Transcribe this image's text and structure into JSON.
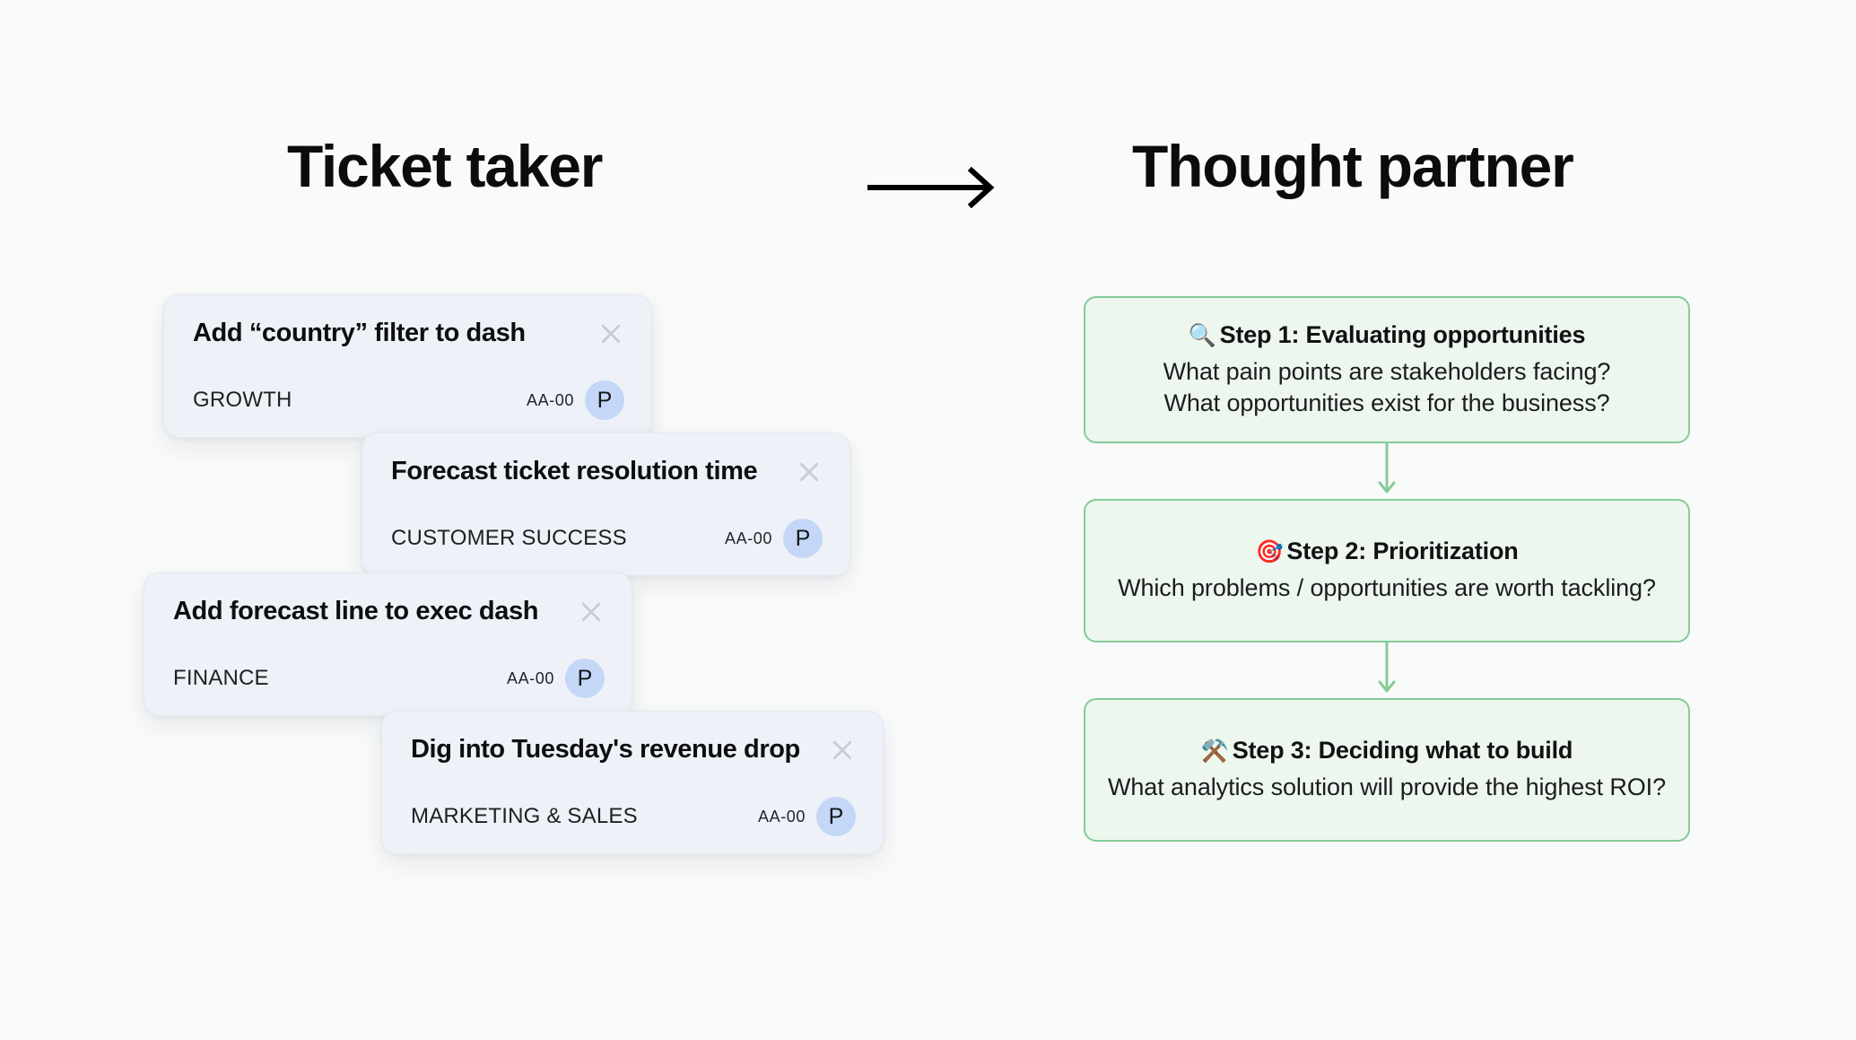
{
  "headings": {
    "left": "Ticket taker",
    "right": "Thought partner",
    "arrow_icon": "arrow-right-icon"
  },
  "colors": {
    "page_background": "#f9fafa",
    "card_background": "#eef1f7",
    "card_border": "#e3e8f0",
    "avatar_background": "#c4d7f7",
    "step_border": "#85cb98",
    "step_background": "#edf7ed",
    "connector_arrow": "#85cb98",
    "close_icon": "#c5cbd9"
  },
  "tickets": [
    {
      "title": "Add “country” filter to dash",
      "category": "GROWTH",
      "code": "AA-00",
      "avatar_initial": "P",
      "close_icon": "close-icon"
    },
    {
      "title": "Forecast ticket resolution time",
      "category": "CUSTOMER SUCCESS",
      "code": "AA-00",
      "avatar_initial": "P",
      "close_icon": "close-icon"
    },
    {
      "title": "Add forecast line to exec dash",
      "category": "FINANCE",
      "code": "AA-00",
      "avatar_initial": "P",
      "close_icon": "close-icon"
    },
    {
      "title": "Dig into Tuesday's revenue drop",
      "category": "MARKETING & SALES",
      "code": "AA-00",
      "avatar_initial": "P",
      "close_icon": "close-icon"
    }
  ],
  "steps": [
    {
      "emoji": "🔍",
      "emoji_name": "magnifying-glass-icon",
      "title": "Step 1: Evaluating opportunities",
      "line1": "What pain points are stakeholders facing?",
      "line2": "What opportunities exist for the business?"
    },
    {
      "emoji": "🎯",
      "emoji_name": "direct-hit-icon",
      "title": "Step 2: Prioritization",
      "line1": "Which problems / opportunities are worth tackling?",
      "line2": ""
    },
    {
      "emoji": "⚒️",
      "emoji_name": "hammer-and-pick-icon",
      "title": "Step 3: Deciding what to build",
      "line1": "What analytics solution will provide the highest ROI?",
      "line2": ""
    }
  ]
}
